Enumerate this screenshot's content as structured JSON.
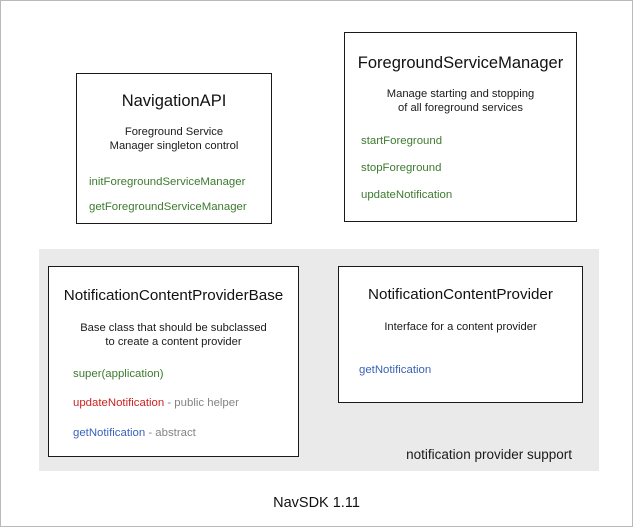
{
  "diagram": {
    "footer_caption": "NavSDK 1.11",
    "colors": {
      "method_green": "#3d7a2f",
      "method_red": "#cc2222",
      "method_blue": "#3a62b8",
      "note_gray": "#838383",
      "panel_gray": "#eaeaea",
      "box_border": "#1a1a1a",
      "outer_border": "#b9b9b9",
      "background": "#ffffff"
    },
    "group_panel": {
      "label": "notification provider support"
    },
    "boxes": [
      {
        "id": "navigation-api",
        "title": "NavigationAPI",
        "description": "Foreground Service\nManager singleton control",
        "members": [
          {
            "name": "initForegroundServiceManager",
            "note": "",
            "color": "green"
          },
          {
            "name": "getForegroundServiceManager",
            "note": "",
            "color": "green"
          }
        ]
      },
      {
        "id": "foreground-service-manager",
        "title": "ForegroundServiceManager",
        "description": "Manage starting and stopping\nof all foreground services",
        "members": [
          {
            "name": "startForeground",
            "note": "",
            "color": "green"
          },
          {
            "name": "stopForeground",
            "note": "",
            "color": "green"
          },
          {
            "name": "updateNotification",
            "note": "",
            "color": "green"
          }
        ]
      },
      {
        "id": "notification-content-provider-base",
        "title": "NotificationContentProviderBase",
        "description": "Base class that should be subclassed\nto create a content provider",
        "members": [
          {
            "name": "super(application)",
            "note": "",
            "color": "green"
          },
          {
            "name": "updateNotification",
            "note": " - public helper",
            "color": "red"
          },
          {
            "name": "getNotification",
            "note": " - abstract",
            "color": "blue"
          }
        ]
      },
      {
        "id": "notification-content-provider",
        "title": "NotificationContentProvider",
        "description": "Interface for a content provider",
        "members": [
          {
            "name": "getNotification",
            "note": "",
            "color": "blue"
          }
        ]
      }
    ]
  }
}
